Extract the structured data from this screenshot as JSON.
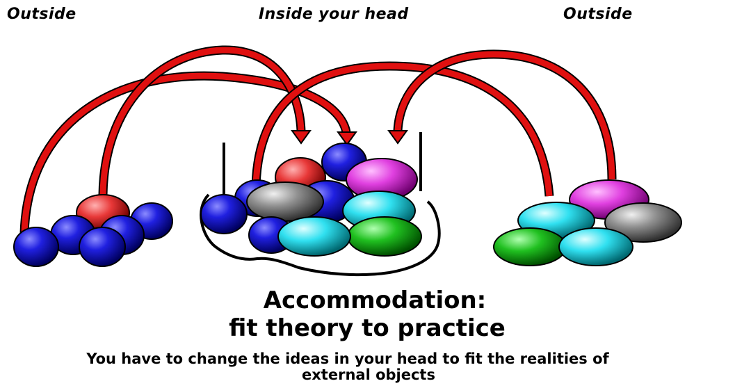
{
  "labels": {
    "left": "Outside",
    "middle": "Inside your head",
    "right": "Outside"
  },
  "title": {
    "line1": "Accommodation:",
    "line2": "fit theory to practice"
  },
  "caption": {
    "line1": "You have to change the ideas in your head to fit the realities of",
    "line2": "external objects"
  },
  "colors": {
    "arrow": "#e01010",
    "blue": "#1a1ad8",
    "red": "#e84040",
    "magenta": "#e040e0",
    "cyan": "#30e0f0",
    "green": "#20c020",
    "gray": "#909090"
  }
}
